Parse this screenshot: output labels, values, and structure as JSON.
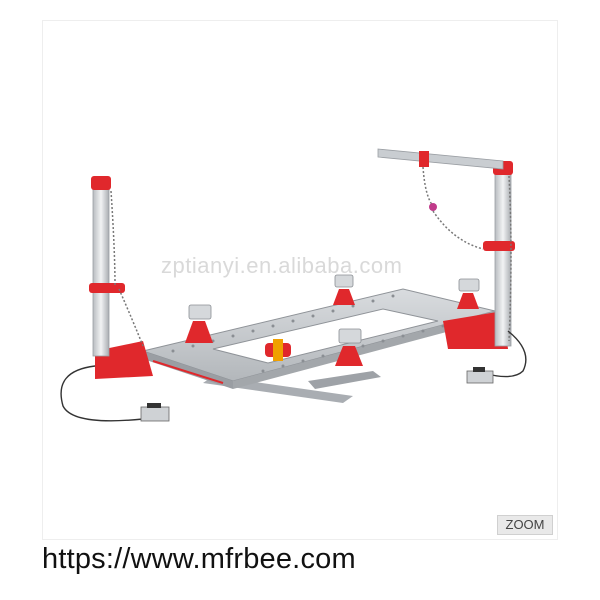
{
  "photo": {
    "watermark_text": "zptianyi.en.alibaba.com",
    "subject_icon": "car-frame-straightening-bench",
    "colors": {
      "frame_gray": "#bfc3c8",
      "accent_red": "#e0282c",
      "post_silver": "#d9dcdf"
    }
  },
  "controls": {
    "zoom_label": "ZOOM"
  },
  "footer": {
    "url": "https://www.mfrbee.com"
  }
}
